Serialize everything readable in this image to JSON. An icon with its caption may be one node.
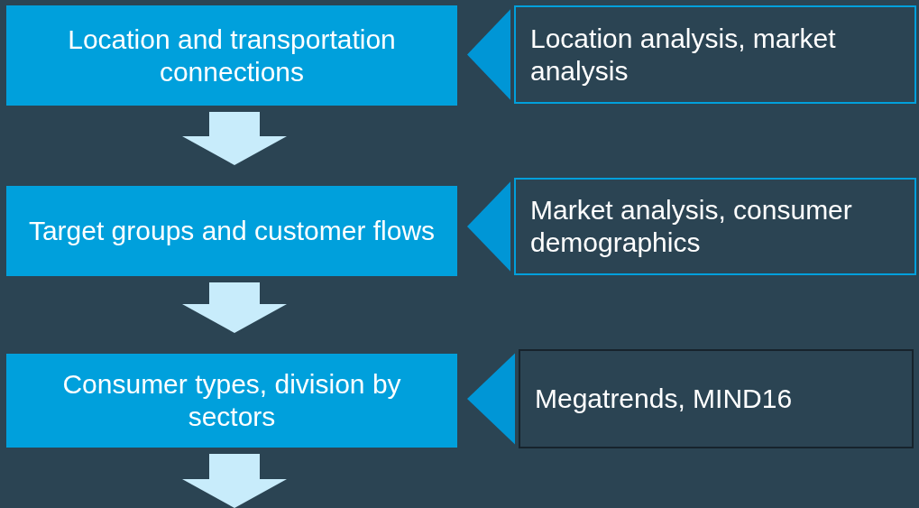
{
  "diagram": {
    "nodes": [
      {
        "text": [
          "Location and transportation connections"
        ]
      },
      {
        "text": [
          "Location analysis, market analysis"
        ]
      },
      {
        "text": [
          "Target groups and customer flows"
        ]
      },
      {
        "text": [
          "Market analysis, consumer demographics"
        ]
      },
      {
        "text": [
          "Consumer types, division by sectors"
        ]
      },
      {
        "text": [
          "Megatrends, MIND16"
        ]
      }
    ],
    "edges": [
      {
        "from": 1,
        "to": 0,
        "arrow": "to"
      },
      {
        "from": 0,
        "to": 2,
        "arrow": "to"
      },
      {
        "from": 3,
        "to": 2,
        "arrow": "to"
      },
      {
        "from": 2,
        "to": 4,
        "arrow": "to"
      },
      {
        "from": 5,
        "to": 4,
        "arrow": "to"
      },
      {
        "from": 4,
        "to": null,
        "arrow": "to"
      }
    ]
  }
}
